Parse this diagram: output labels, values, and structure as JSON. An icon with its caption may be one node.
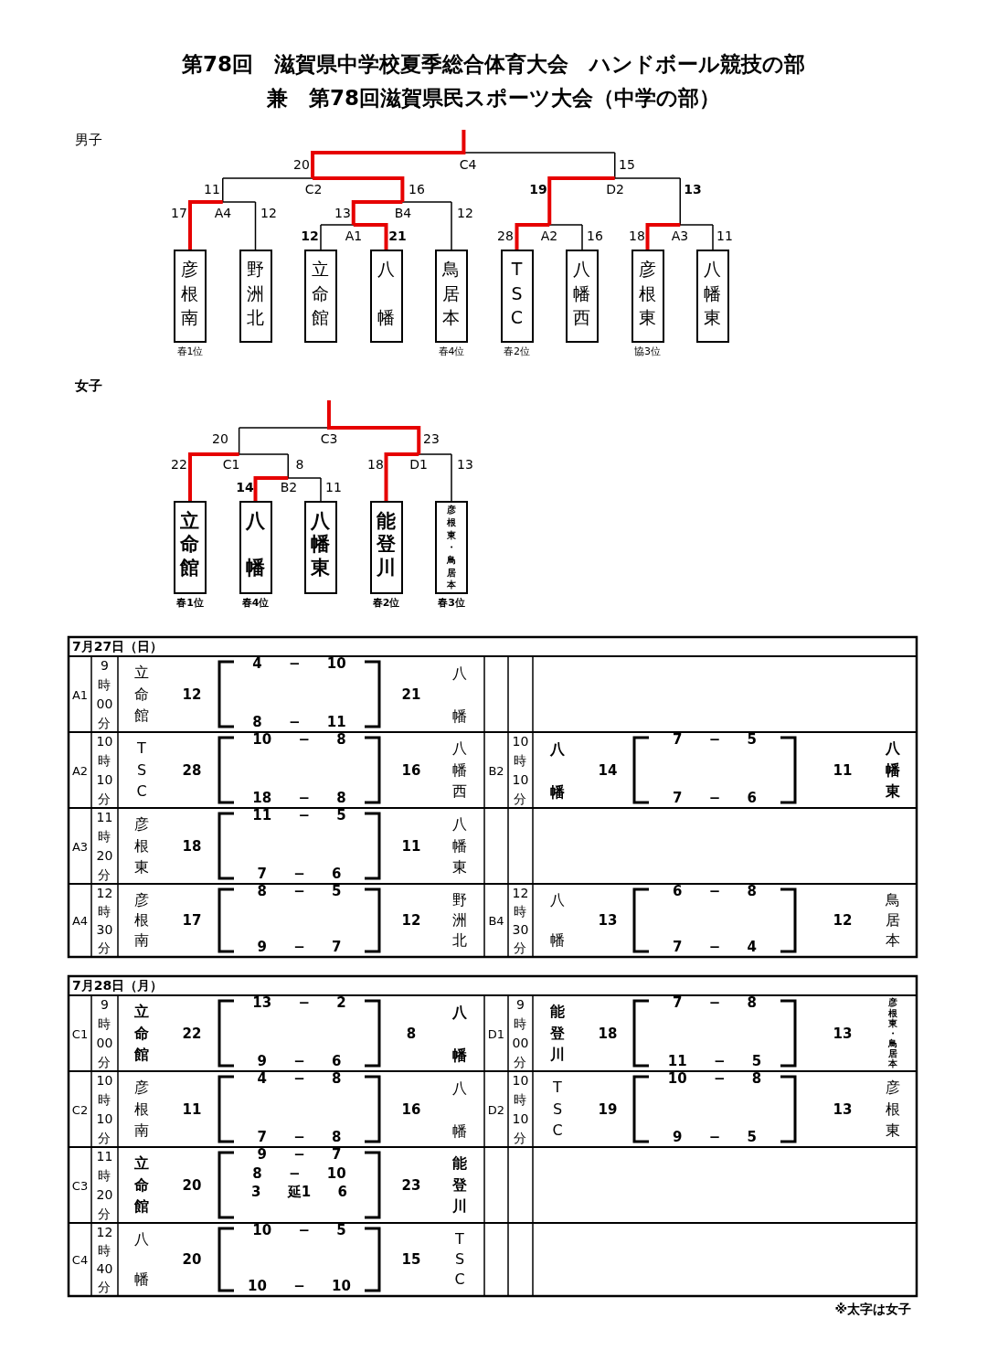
{
  "diagram": {
    "title": "第78回　滋賀県中学校夏季総合体育大会　ハンドボール競技の部",
    "nodes": [
      {
        "text": [
          "彦根南"
        ],
        "beside": [
          "春1位"
        ]
      },
      {
        "text": [
          "野洲北"
        ]
      },
      {
        "text": [
          "立命館"
        ]
      },
      {
        "text": [
          "八幡"
        ]
      },
      {
        "text": [
          "鳥居本"
        ],
        "beside": [
          "春4位"
        ]
      },
      {
        "text": [
          "TSC"
        ],
        "beside": [
          "春2位"
        ]
      },
      {
        "text": [
          "八幡西"
        ]
      },
      {
        "text": [
          "彦根東"
        ],
        "beside": [
          "協3位"
        ]
      },
      {
        "text": [
          "八幡東"
        ]
      },
      {
        "text": [
          "立命館"
        ],
        "beside": [
          "春1位"
        ]
      },
      {
        "text": [
          "八幡"
        ],
        "beside": [
          "春4位"
        ]
      },
      {
        "text": [
          "八幡東"
        ]
      },
      {
        "text": [
          "能登川"
        ],
        "beside": [
          "春2位"
        ]
      },
      {
        "text": [
          "彦根東・鳥居本"
        ],
        "beside": [
          "春3位"
        ]
      }
    ],
    "labels": [
      "兼　第78回滋賀県民スポーツ大会（中学の部）",
      "男子",
      "20",
      "C4",
      "15",
      "11",
      "C2",
      "16",
      "19",
      "D2",
      "13",
      "17",
      "A4",
      "12",
      "13",
      "B4",
      "12",
      "12",
      "A1",
      "21",
      "28",
      "A2",
      "16",
      "18",
      "A3",
      "11",
      "女子",
      "20",
      "C3",
      "23",
      "22",
      "C1",
      "8",
      "18",
      "D1",
      "13",
      "14",
      "B2",
      "11",
      "7月27日（日）",
      "A1",
      "9時00分",
      "立命館",
      "12",
      "4 − 10",
      "8 − 11",
      "21",
      "八幡",
      "A2",
      "10時10分",
      "TSC",
      "28",
      "10 − 8",
      "18 − 8",
      "16",
      "八幡西",
      "B2",
      "10時10分",
      "八幡",
      "14",
      "7 − 5",
      "7 − 6",
      "11",
      "八幡東",
      "A3",
      "11時20分",
      "彦根東",
      "18",
      "11 − 5",
      "7 − 6",
      "11",
      "八幡東",
      "A4",
      "12時30分",
      "彦根南",
      "17",
      "8 − 5",
      "9 − 7",
      "12",
      "野洲北",
      "B4",
      "12時30分",
      "八幡",
      "13",
      "6 − 8",
      "7 − 4",
      "12",
      "鳥居本",
      "7月28日（月）",
      "C1",
      "9時00分",
      "立命館",
      "22",
      "13 − 2",
      "9 − 6",
      "8",
      "八幡",
      "D1",
      "9時00分",
      "能登川",
      "18",
      "7 − 8",
      "11 − 5",
      "13",
      "彦根東・鳥居本",
      "C2",
      "10時10分",
      "彦根南",
      "11",
      "4 − 8",
      "7 − 8",
      "16",
      "八幡",
      "D2",
      "10時10分",
      "TSC",
      "19",
      "10 − 8",
      "9 − 5",
      "13",
      "彦根東",
      "C3",
      "11時20分",
      "立命館",
      "20",
      "9 − 7",
      "8 − 10",
      "3 延1 6",
      "23",
      "能登川",
      "C4",
      "12時40分",
      "八幡",
      "20",
      "10 − 5",
      "10 − 10",
      "15",
      "TSC",
      "※太字は女子"
    ]
  }
}
